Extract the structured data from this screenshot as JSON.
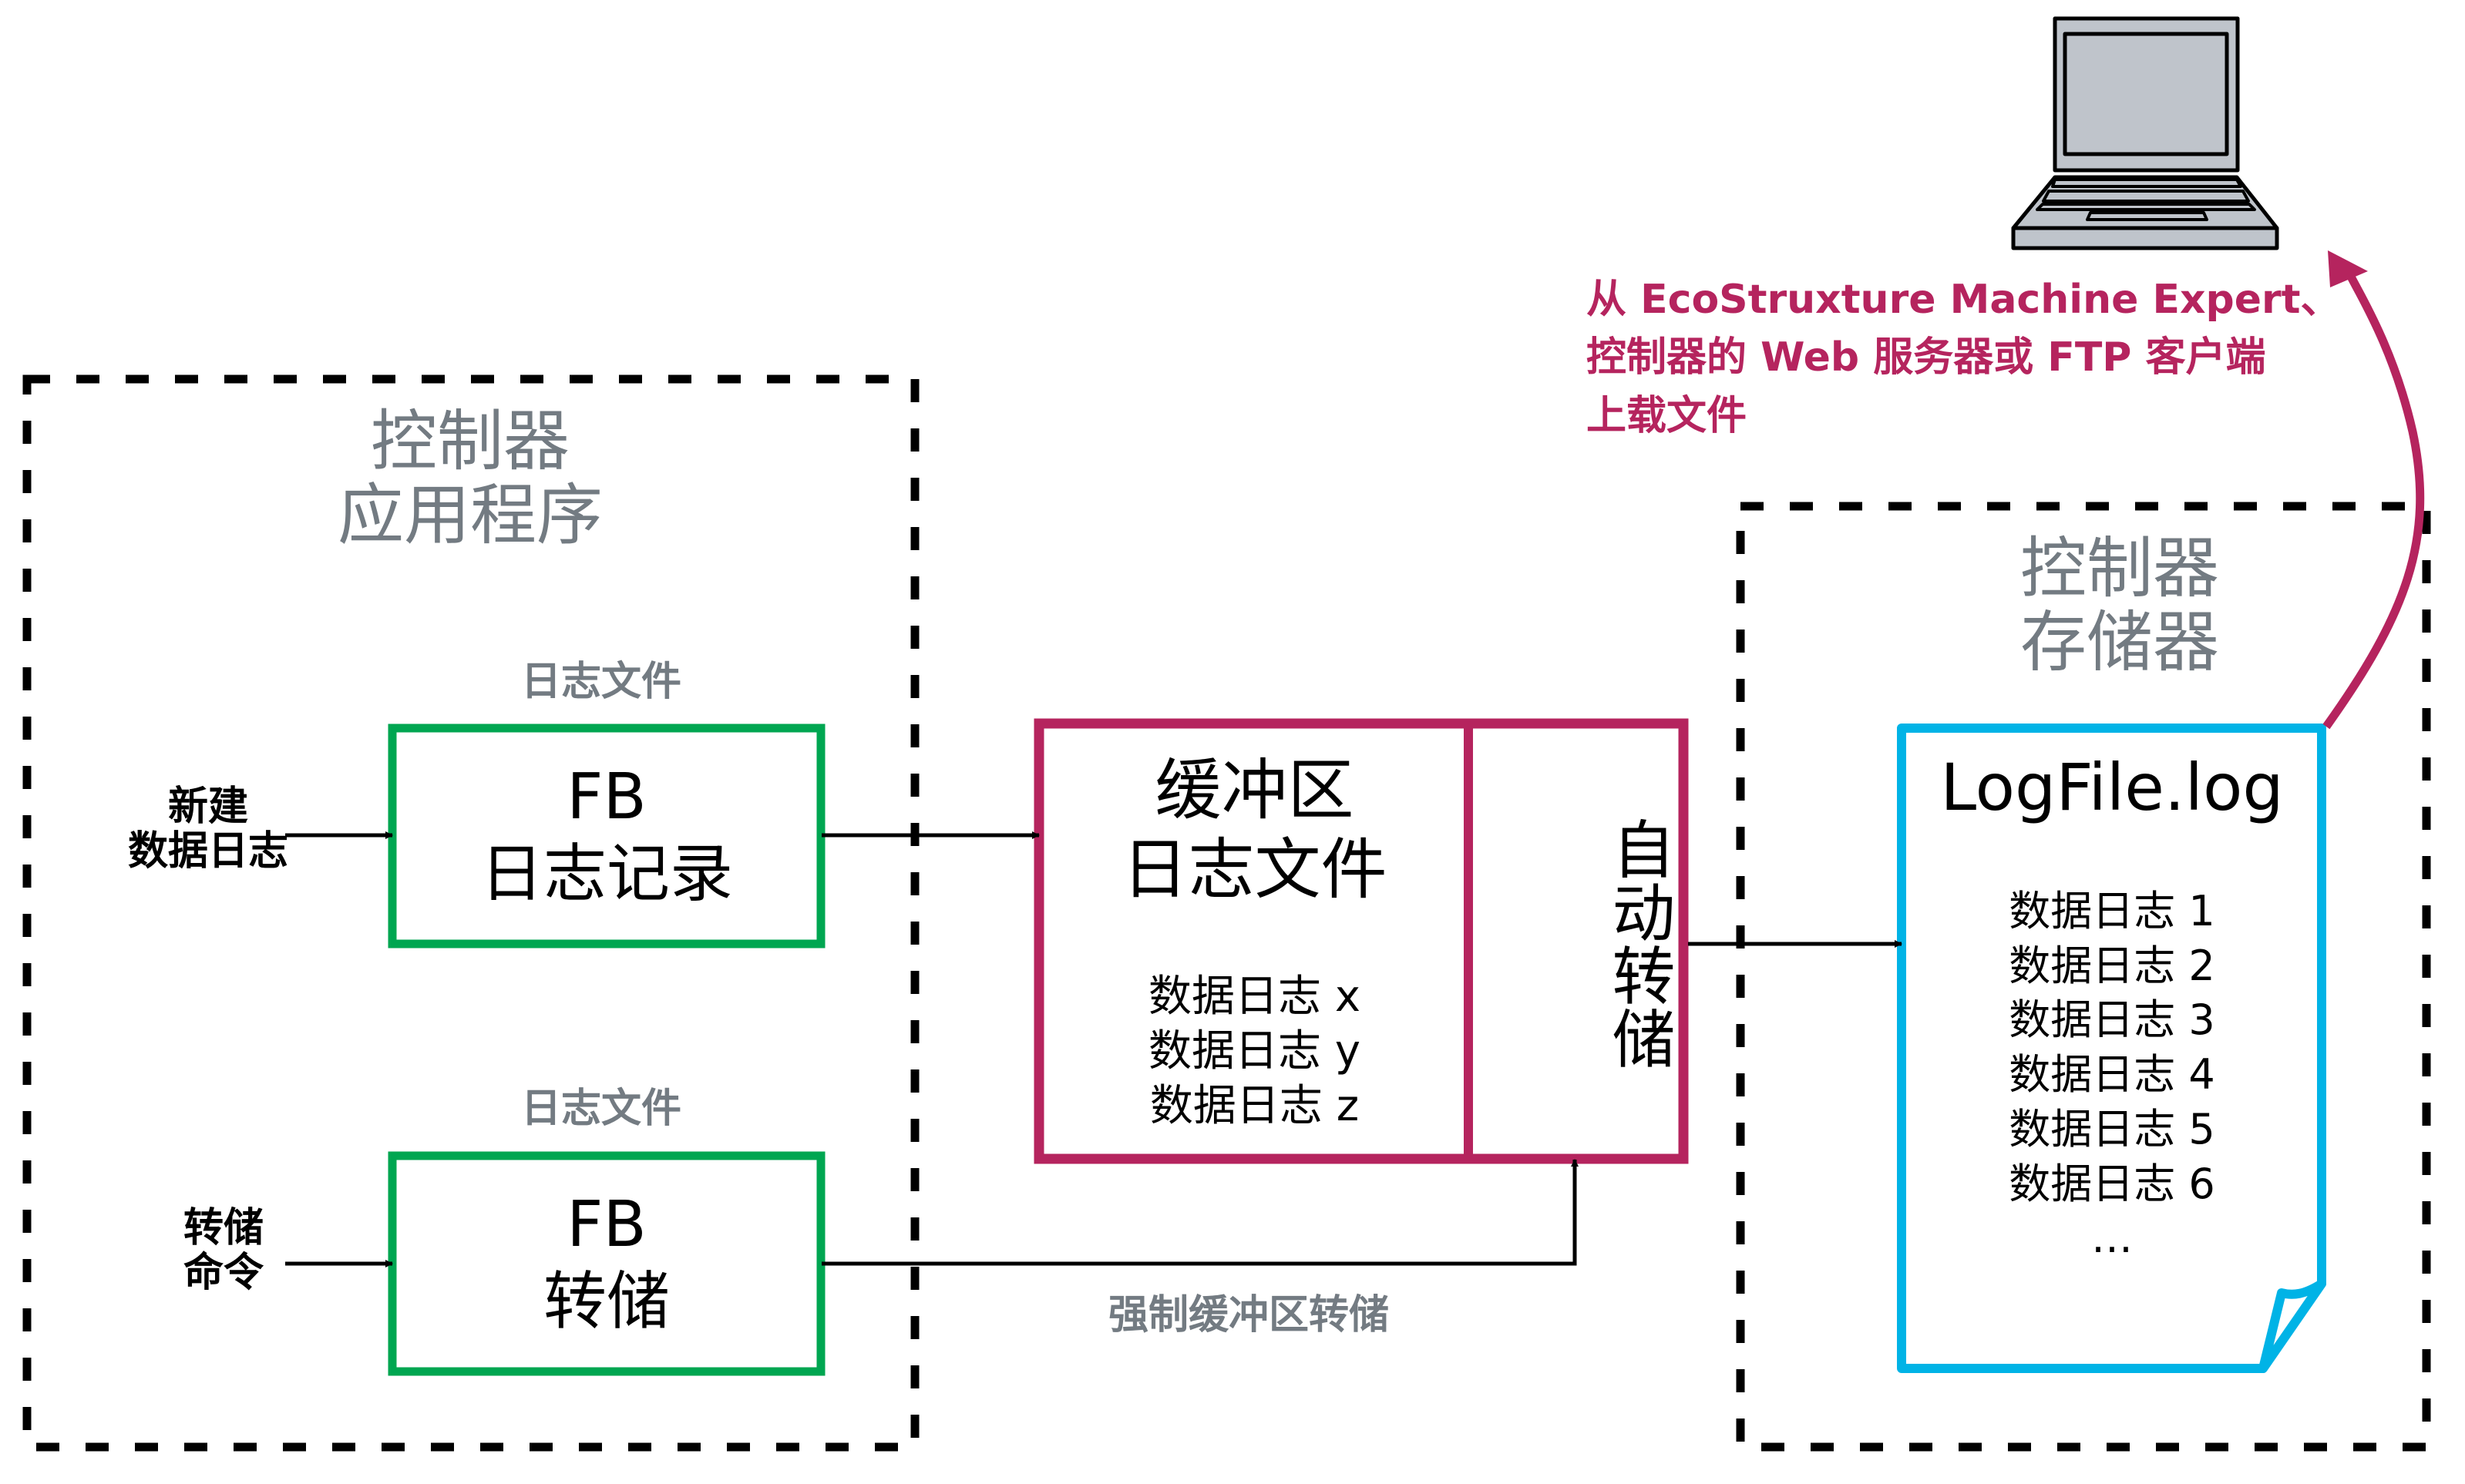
{
  "colors": {
    "fb_box": "#00a651",
    "buffer_box": "#b5245e",
    "log_file": "#00b3e6",
    "upload_arrow": "#b5245e",
    "gray_text": "#737b82",
    "laptop_fill": "#bfc4cb"
  },
  "controller_app": {
    "title_line1": "控制器",
    "title_line2": "应用程序",
    "log_block": {
      "section_label": "日志文件",
      "fb_line1": "FB",
      "fb_line2": "日志记录",
      "input_line1": "新建",
      "input_line2": "数据日志"
    },
    "dump_block": {
      "section_label": "日志文件",
      "fb_line1": "FB",
      "fb_line2": "转储",
      "input_line1": "转储",
      "input_line2": "命令"
    }
  },
  "buffer": {
    "title_line1": "缓冲区",
    "title_line2": "日志文件",
    "entries": [
      "数据日志 x",
      "数据日志 y",
      "数据日志 z"
    ],
    "auto_dump_label": "自动转储"
  },
  "force_dump_label": "强制缓冲区转储",
  "controller_memory": {
    "title_line1": "控制器",
    "title_line2": "存储器",
    "file": {
      "name": "LogFile.log",
      "entries": [
        "数据日志 1",
        "数据日志 2",
        "数据日志 3",
        "数据日志 4",
        "数据日志 5",
        "数据日志 6",
        "…"
      ]
    }
  },
  "upload_note": {
    "line1": "从 EcoStruxture Machine Expert、",
    "line2": "控制器的 Web 服务器或 FTP 客户端",
    "line3": "上载文件"
  },
  "icons": {
    "pc": "laptop-icon"
  }
}
